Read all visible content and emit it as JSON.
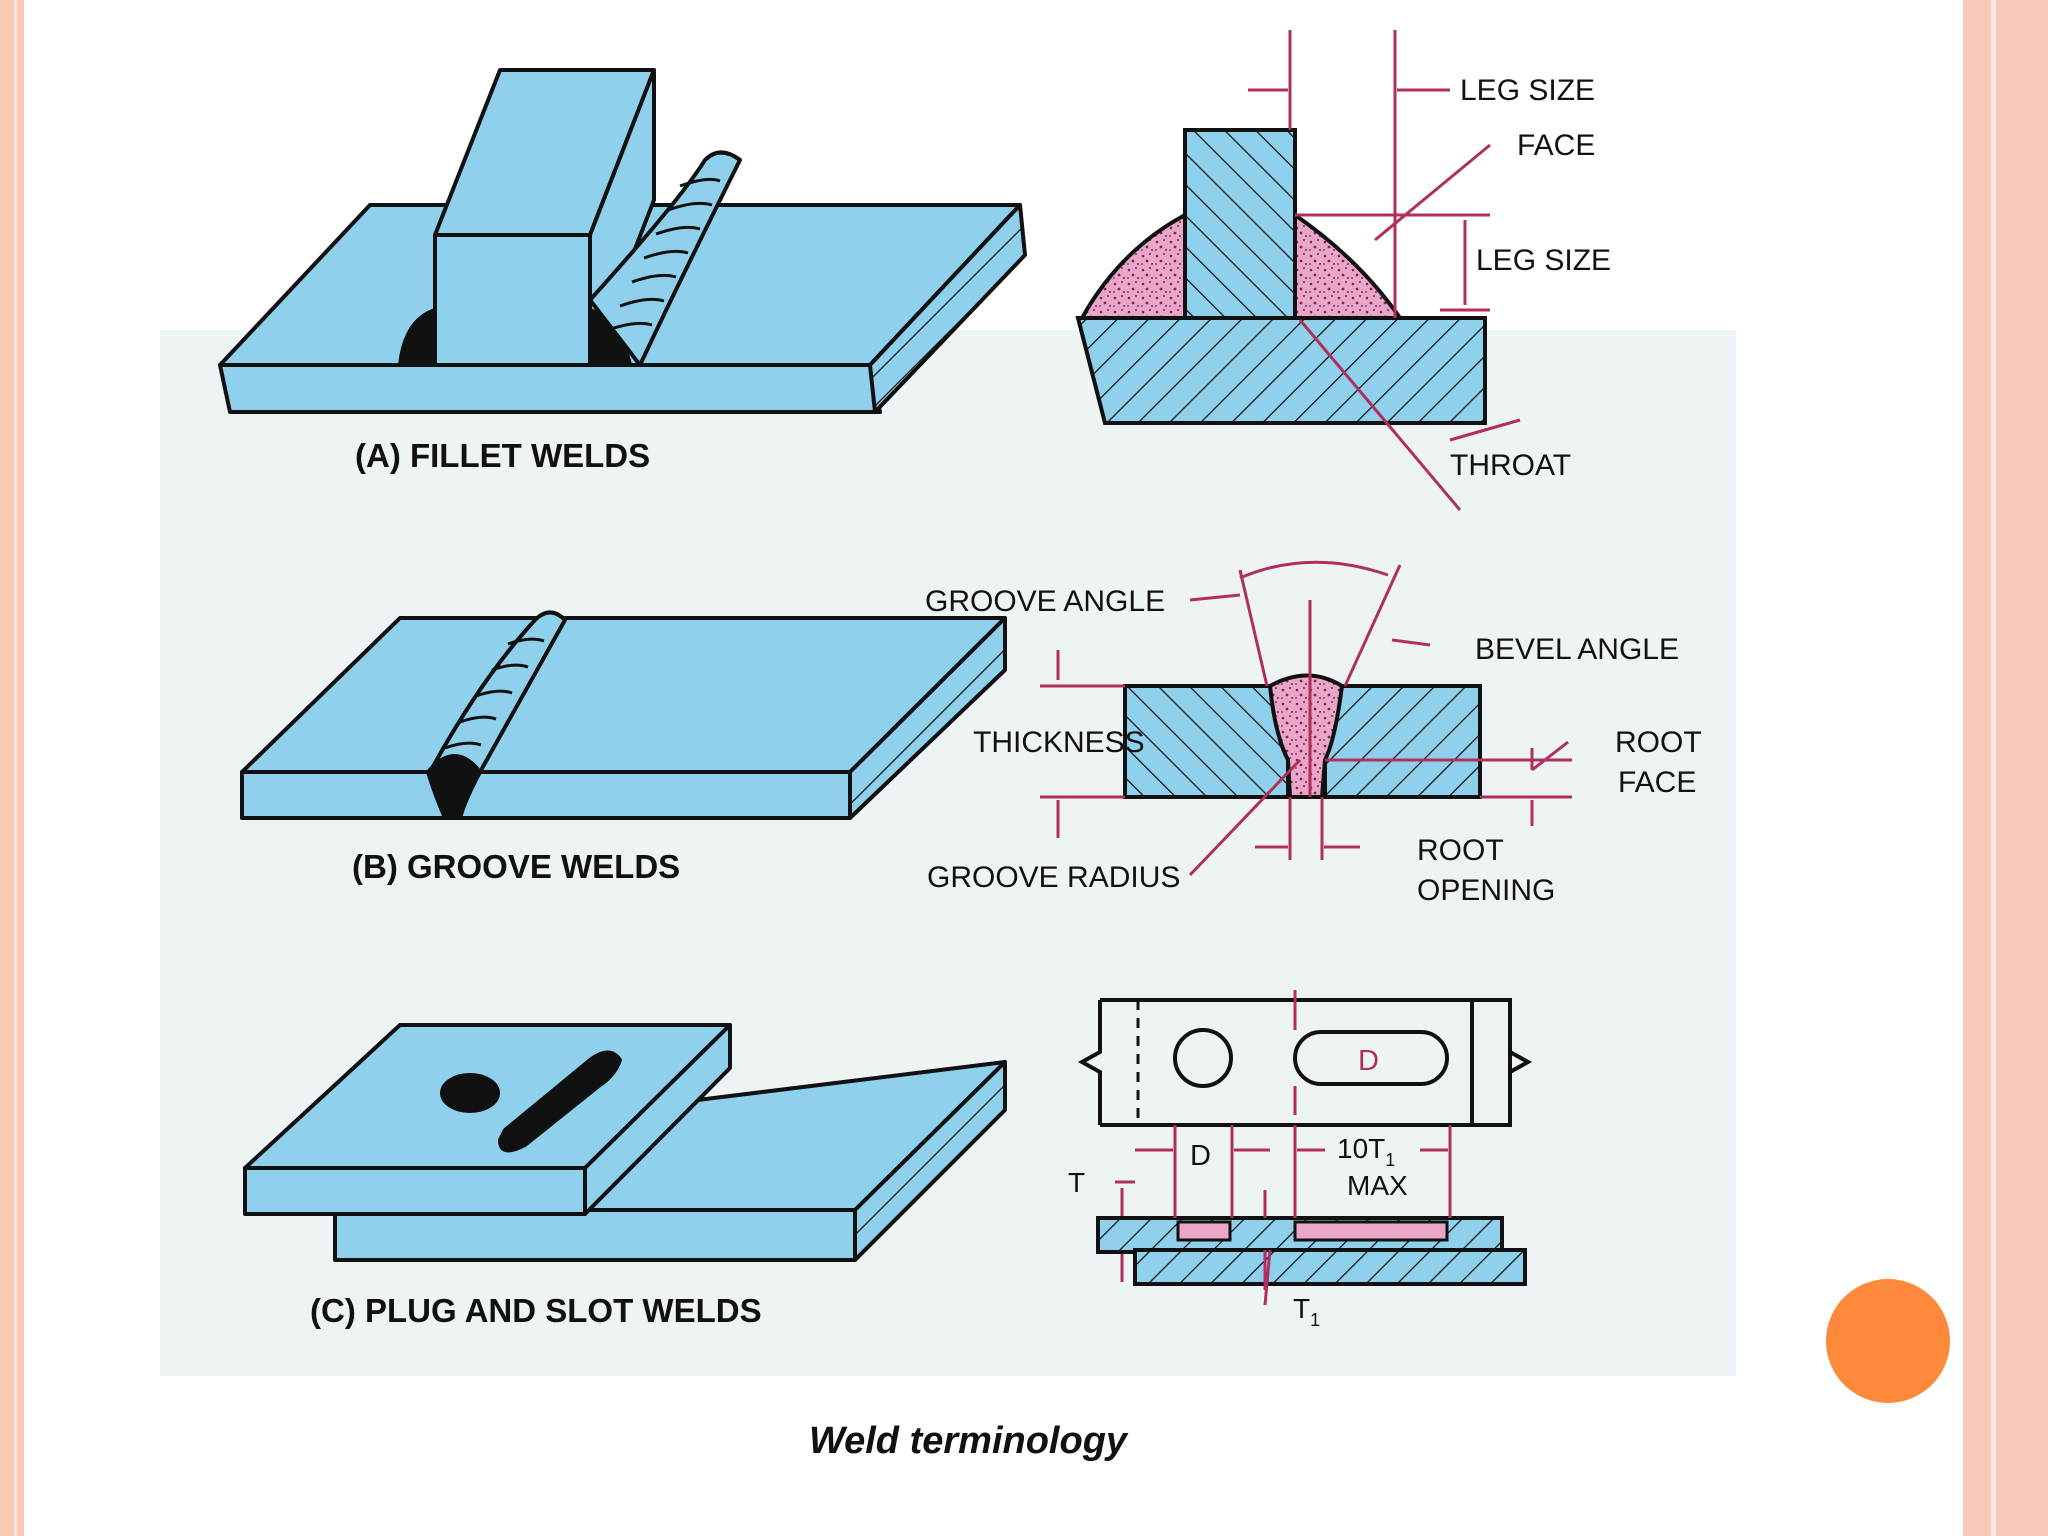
{
  "slide": {
    "caption": "Weld terminology",
    "colors": {
      "border": "#f9c9b8",
      "accent_dot": "#fd8a3c",
      "metal": "#8fd0ec",
      "weld": "#e9a6c8",
      "dimension_line": "#b0305a"
    }
  },
  "figure": {
    "panel_a_title": "(A) FILLET WELDS",
    "panel_b_title": "(B) GROOVE WELDS",
    "panel_c_title": "(C) PLUG AND SLOT WELDS",
    "fillet_labels": {
      "leg_size_top": "LEG SIZE",
      "face": "FACE",
      "leg_size_side": "LEG SIZE",
      "throat": "THROAT"
    },
    "groove_labels": {
      "groove_angle": "GROOVE ANGLE",
      "bevel_angle": "BEVEL ANGLE",
      "thickness": "THICKNESS",
      "root_face_1": "ROOT",
      "root_face_2": "FACE",
      "groove_radius": "GROOVE RADIUS",
      "root_opening_1": "ROOT",
      "root_opening_2": "OPENING"
    },
    "plug_labels": {
      "d_top": "D",
      "d_bottom": "D",
      "ten_t": "10T",
      "ten_t_sub": "1",
      "max": "MAX",
      "t": "T",
      "t1": "T",
      "t1_sub": "1"
    }
  }
}
